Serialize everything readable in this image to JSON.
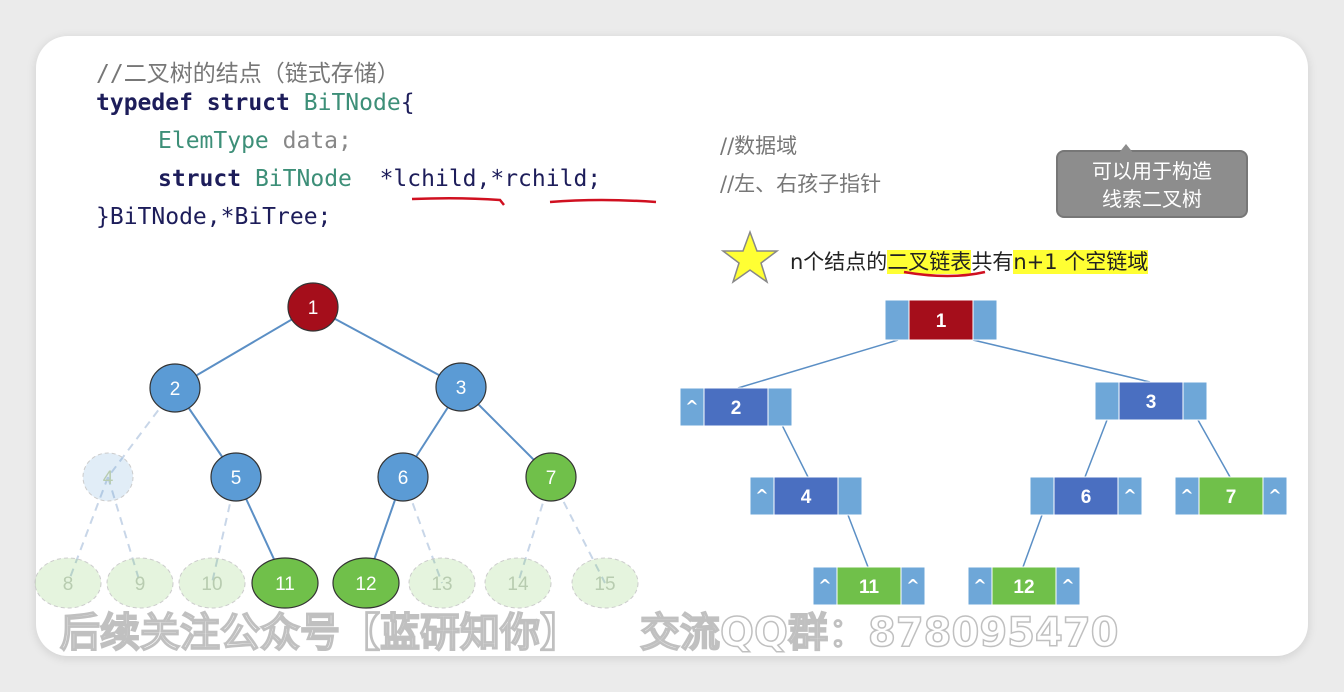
{
  "code": {
    "comment": "//二叉树的结点（链式存储）",
    "line1_kw1": "typedef",
    "line1_kw2": "struct",
    "line1_type": "BiTNode",
    "line1_brace": "{",
    "line2_type": "ElemType",
    "line2_rest": " data;",
    "line3_kw": "struct",
    "line3_type": "BiTNode",
    "line3_rest": "  *lchild,*rchild;",
    "line4": "}BiTNode,*BiTree;",
    "comment_data": "//数据域",
    "comment_ptr": "//左、右孩子指针"
  },
  "callout": {
    "line1": "可以用于构造",
    "line2": "线索二叉树"
  },
  "fact": {
    "part1": "n个结点的",
    "part2": "二叉链表",
    "part3": "共有",
    "part4": "n+1 个空链域"
  },
  "null_symbol": "^",
  "tree": {
    "nodes": [
      "1",
      "2",
      "3",
      "4",
      "5",
      "6",
      "7",
      "8",
      "9",
      "10",
      "11",
      "12",
      "13",
      "14",
      "15"
    ],
    "colors": {
      "root": "#a50e1b",
      "blue": "#5b9bd5",
      "green": "#70c04a",
      "dark_blue": "#4a6fc1",
      "ptr": "#6ea7d8"
    }
  },
  "watermark": {
    "line1": "后续关注公众号【蓝研知你】",
    "line2": "交流QQ群：878095470"
  }
}
